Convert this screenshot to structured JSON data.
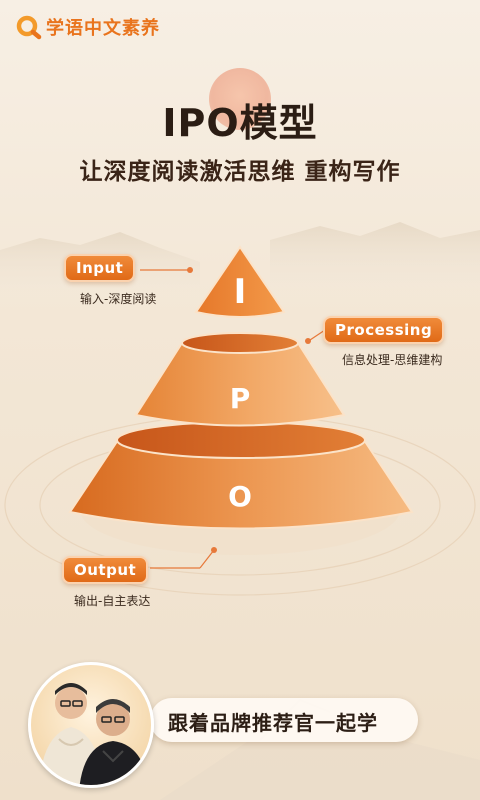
{
  "header": {
    "logo_text": "学语中文素养",
    "logo_icon": "magnifier-ring-icon"
  },
  "title": "IPO模型",
  "subtitle": "让深度阅读激活思维  重构写作",
  "pyramid": {
    "top_letter": "I",
    "middle_letter": "P",
    "bottom_letter": "O"
  },
  "labels": {
    "input": {
      "tag": "Input",
      "caption": "输入-深度阅读"
    },
    "processing": {
      "tag": "Processing",
      "caption": "信息处理-思维建构"
    },
    "output": {
      "tag": "Output",
      "caption": "输出-自主表达"
    }
  },
  "footer": {
    "banner_text": "跟着品牌推荐官一起学"
  },
  "colors": {
    "accent": "#e9741d",
    "title": "#2b1d14",
    "pill": "#e06a17"
  }
}
